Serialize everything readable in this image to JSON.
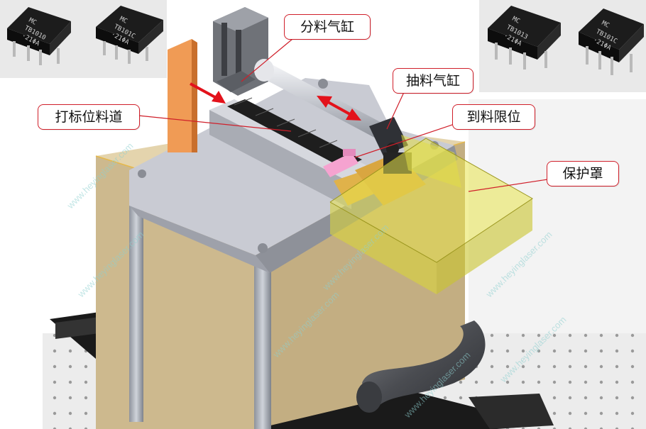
{
  "labels": {
    "feed_cylinder": "分料气缸",
    "pull_cylinder": "抽料气缸",
    "marking_channel": "打标位料道",
    "feed_limit": "到料限位",
    "protective_cover": "保护罩"
  },
  "chips": [
    {
      "line1": "MC",
      "line2": "TB1010",
      "line3": "·21ΦA"
    },
    {
      "line1": "MC",
      "line2": "TB101C",
      "line3": "·21ΦA"
    },
    {
      "line1": "MC",
      "line2": "TB1013",
      "line3": "·21ΦA"
    },
    {
      "line1": "MC",
      "line2": "TB101C",
      "line3": "·21ΦA"
    }
  ],
  "watermark": "www.heyinglaser.com",
  "colors": {
    "callout_border": "#d01f2a",
    "arrow": "#e3121b",
    "cover": "#e7e34c",
    "cabinet": "#cdb98e",
    "plate": "#c9cbd3",
    "orange_plate": "#f09b55",
    "pink_sensor": "#f5a3d0"
  }
}
